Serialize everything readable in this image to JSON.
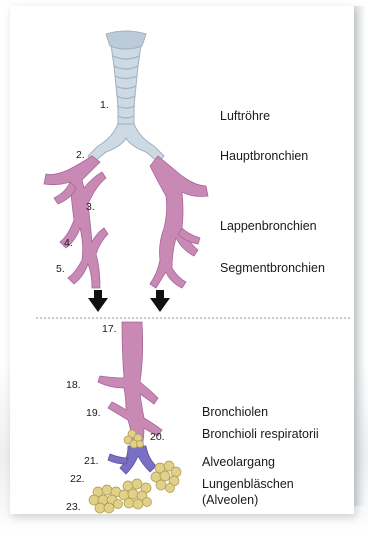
{
  "colors": {
    "trachea": "#cdd9e3",
    "bronchi": "#c889b4",
    "bronchi_dark": "#a8659a",
    "alveolar_duct": "#7a6fc2",
    "alveoli": "#e0d08a",
    "arrow": "#111111",
    "divider": "#9a9a9a"
  },
  "numbers": [
    "1.",
    "2.",
    "3.",
    "4.",
    "5.",
    "17.",
    "18.",
    "19.",
    "20.",
    "21.",
    "22.",
    "23."
  ],
  "labels": {
    "trachea": "Luftröhre",
    "main_bronchi": "Hauptbronchien",
    "lobar_bronchi": "Lappenbronchien",
    "segmental_bronchi": "Segmentbronchien",
    "bronchioles": "Bronchiolen",
    "respiratory_bronchioles": "Bronchioli respiratorii",
    "alveolar_duct": "Alveolargang",
    "alveoli_line1": "Lungenbläschen",
    "alveoli_line2": "(Alveolen)"
  }
}
